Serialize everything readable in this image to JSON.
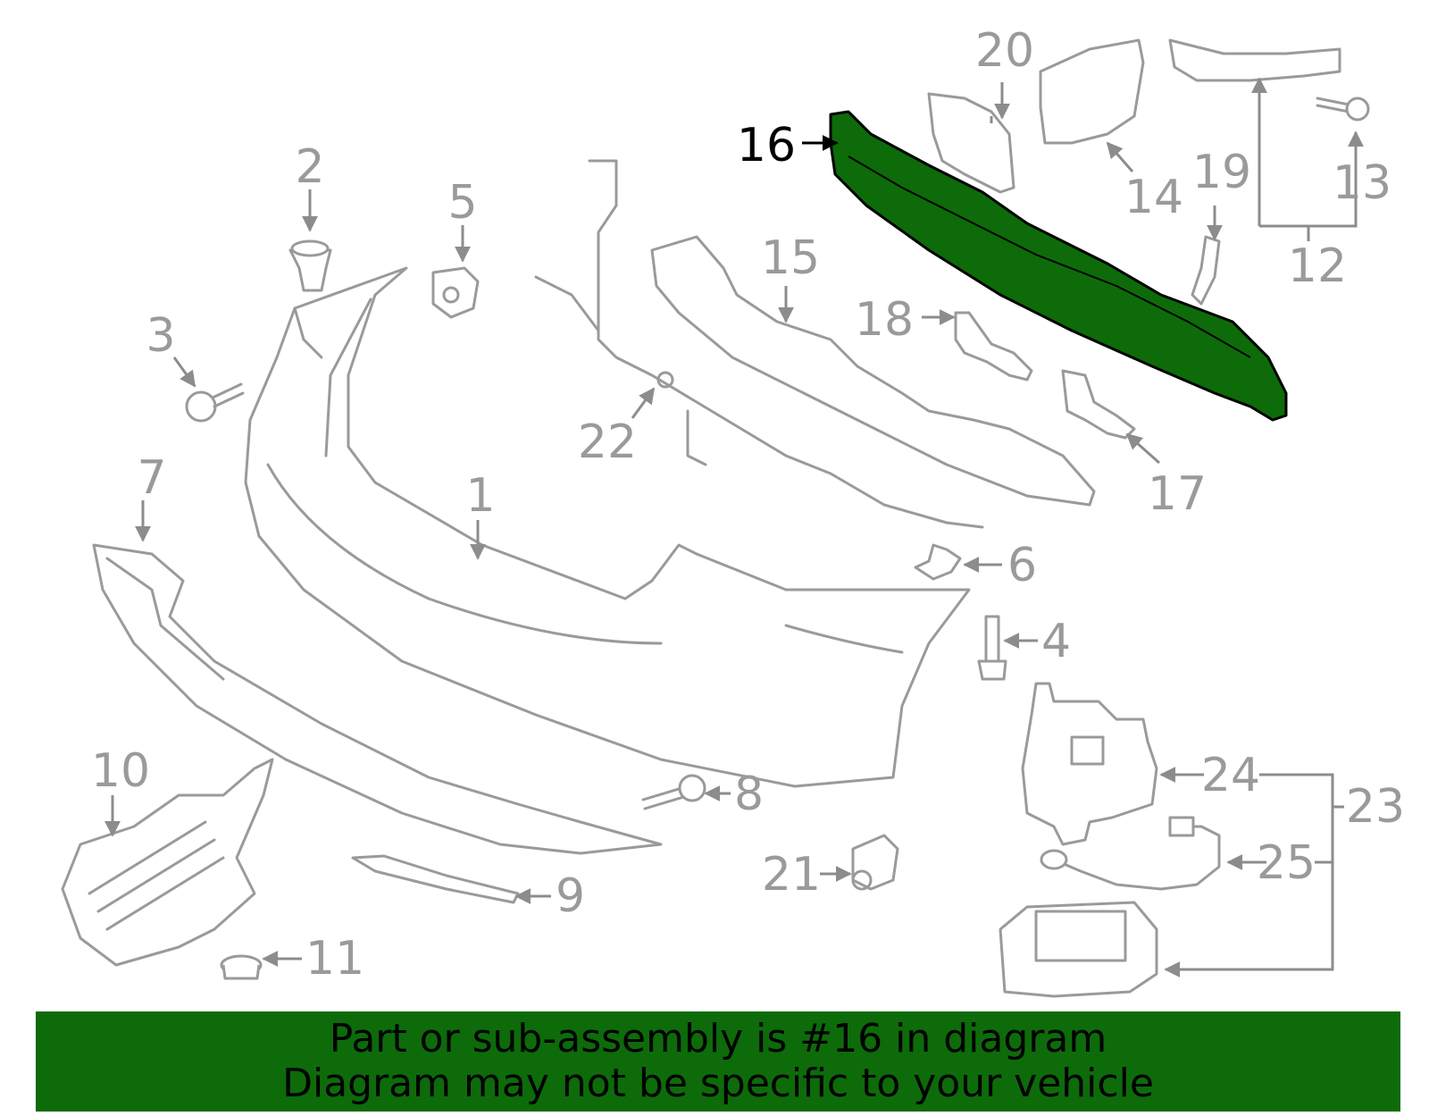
{
  "callouts": {
    "c1": "1",
    "c2": "2",
    "c3": "3",
    "c4": "4",
    "c5": "5",
    "c6": "6",
    "c7": "7",
    "c8": "8",
    "c9": "9",
    "c10": "10",
    "c11": "11",
    "c12": "12",
    "c13": "13",
    "c14": "14",
    "c15": "15",
    "c16": "16",
    "c17": "17",
    "c18": "18",
    "c19": "19",
    "c20": "20",
    "c21": "21",
    "c22": "22",
    "c23": "23",
    "c24": "24",
    "c25": "25"
  },
  "highlight": {
    "part_number": "16",
    "color": "#0d6b0a"
  },
  "banner": {
    "line1": "Part or sub-assembly is #16 in diagram",
    "line2": "Diagram may not be specific to your vehicle"
  }
}
